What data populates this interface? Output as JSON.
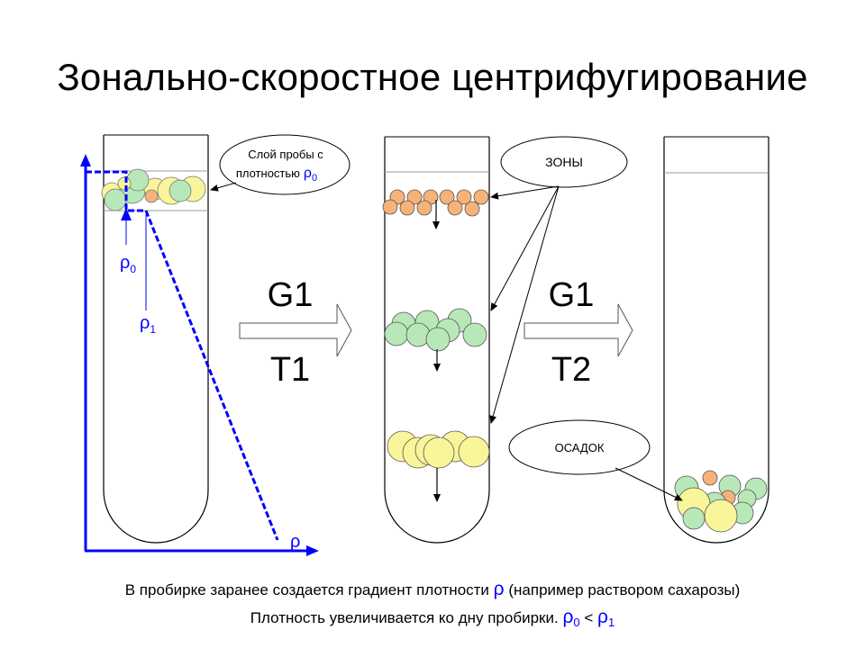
{
  "title": "Зонально-скоростное центрифугирование",
  "callouts": {
    "sample_layer_line1": "Слой пробы с",
    "sample_layer_line2": "плотностью",
    "zones": "ЗОНЫ",
    "sediment": "ОСАДОК"
  },
  "symbols": {
    "rho": "ρ",
    "rho0_sub": "0",
    "rho1_sub": "1"
  },
  "steps": [
    {
      "g": "G1",
      "t": "T1"
    },
    {
      "g": "G1",
      "t": "T2"
    }
  ],
  "caption": {
    "line1_before": "В пробирке заранее создается градиент плотности",
    "line1_after": "(например раствором сахарозы)",
    "line2_before": "Плотность увеличивается ко дну пробирки.",
    "lt": "<"
  },
  "colors": {
    "gradient_axis": "#0000ff",
    "particle_orange": "#f7b27a",
    "particle_green": "#b8e8b8",
    "particle_yellow": "#f9f59a",
    "tube_outline": "#000000"
  }
}
